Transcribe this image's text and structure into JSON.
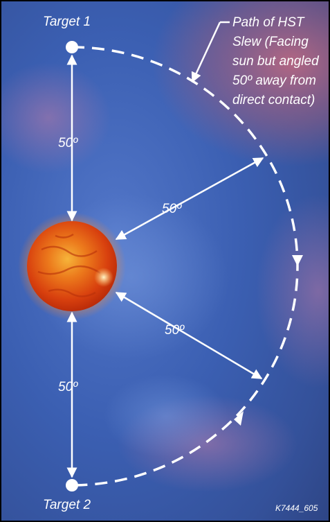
{
  "labels": {
    "target1": "Target 1",
    "target2": "Target 2",
    "path_line1": "Path of HST",
    "path_line2": "Slew (Facing",
    "path_line3": "sun but angled",
    "path_line4": "50º away from",
    "path_line5": "direct contact)",
    "angle_top": "50º",
    "angle_upper_diag": "50º",
    "angle_lower_diag": "50º",
    "angle_bottom": "50º",
    "figure_id": "K7444_605"
  },
  "colors": {
    "background_blue": "#3a5fb0",
    "nebula_pink": "#b0607a",
    "sun_core": "#f0a020",
    "sun_edge": "#d02808",
    "arrow": "#ffffff",
    "border": "#000000"
  },
  "icons": {
    "sun": "sun-icon",
    "target": "target-dot-icon"
  }
}
